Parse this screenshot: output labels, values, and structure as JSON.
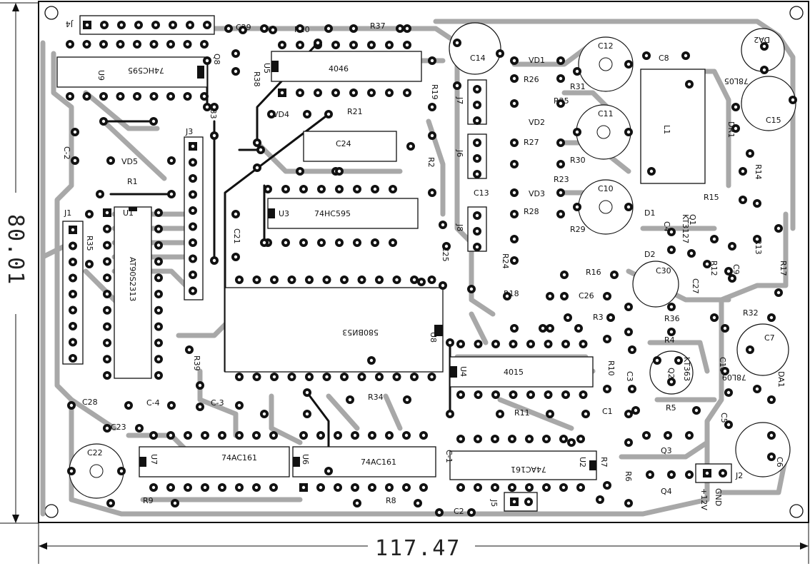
{
  "dimensions": {
    "width_label": "117.47",
    "height_label": "80.01"
  },
  "ics": {
    "u1_name": "U1",
    "u1_part": "AT90S2313",
    "u3_name": "U3",
    "u3_part": "74HC595",
    "u5_name": "U5",
    "u5_part": "4046",
    "u6_name": "U6",
    "u6_part": "74AC161",
    "u7_name": "U7",
    "u7_part": "74AC161",
    "u2_name": "U2",
    "u2_part": "74AC161",
    "u4_name": "U4",
    "u4_part": "4015",
    "u8_name": "U8",
    "u8_part": "580ВИ53",
    "u9_name": "U9",
    "u9_part": "74HC595"
  },
  "connectors": {
    "j1": "J1",
    "j2": "J2",
    "j3": "J3",
    "j4": "J4",
    "j5": "J5",
    "j6": "J6",
    "j7": "J7",
    "j8": "J8",
    "j2_pin1": "+12V",
    "j2_pin2": "GND"
  },
  "resistors": [
    "R1",
    "R2",
    "R3",
    "R4",
    "R5",
    "R6",
    "R7",
    "R8",
    "R9",
    "R10",
    "R11",
    "R12",
    "R13",
    "R14",
    "R15",
    "R16",
    "R17",
    "R18",
    "R19",
    "R20",
    "R21",
    "R23",
    "R24",
    "R25",
    "R26",
    "R27",
    "R28",
    "R29",
    "R30",
    "R31",
    "R32",
    "R33",
    "R34",
    "R35",
    "R36",
    "R37",
    "R38",
    "R39"
  ],
  "capacitors": [
    "C1",
    "C2",
    "C3",
    "C4",
    "C5",
    "C6",
    "C7",
    "C8",
    "C9",
    "C10",
    "C11",
    "C12",
    "C13",
    "C14",
    "C15",
    "C16",
    "C21",
    "C22",
    "C23",
    "C24",
    "C25",
    "C26",
    "C27",
    "C28",
    "C29",
    "C30",
    "C-1",
    "C-2",
    "C-3",
    "C-4"
  ],
  "semis": {
    "d1": "D1",
    "d2": "D2",
    "dr1": "DR1",
    "vd1": "VD1",
    "vd2": "VD2",
    "vd3": "VD3",
    "vd4": "VD4",
    "vd5": "VD5",
    "q1": "Q1",
    "q2": "Q2",
    "q3": "Q3",
    "q4": "Q4",
    "q8": "Q8",
    "kt1": "KT3127",
    "kt2": "KT363",
    "l1": "L1",
    "da1": "DA1",
    "da2": "DA2",
    "reg1": "78L09",
    "reg2": "78L05"
  }
}
